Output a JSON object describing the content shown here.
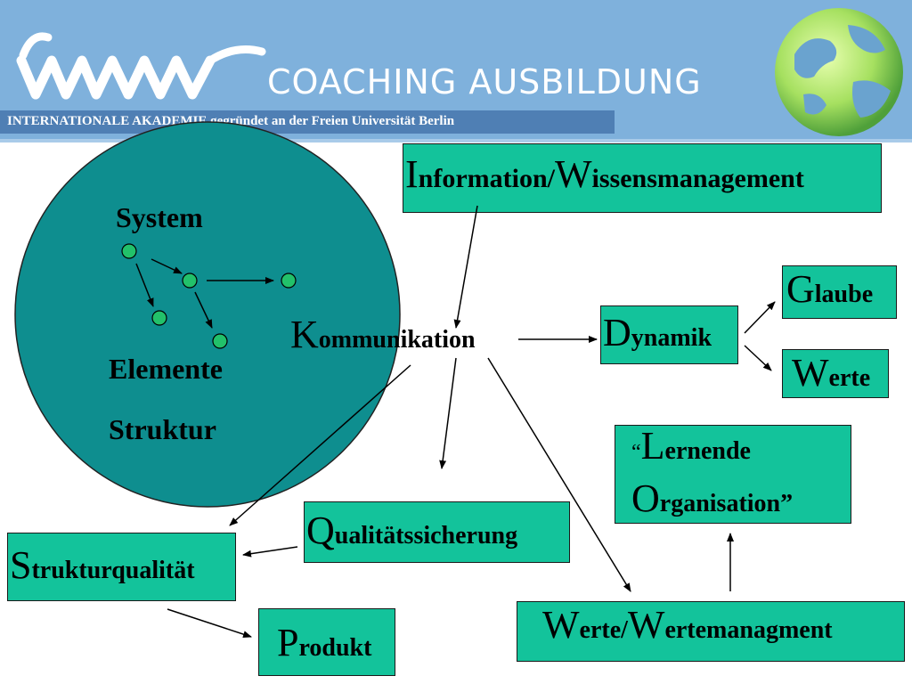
{
  "header": {
    "title": "COACHING  AUSBILDUNG",
    "subtitle": "INTERNATIONALE AKADEMIE gegründet an der Freien Universität Berlin",
    "logo": "iwvw-logo",
    "globe": "globe-icon"
  },
  "circle": {
    "system": "System",
    "elemente": "Elemente",
    "struktur": "Struktur"
  },
  "center": {
    "initial": "K",
    "rest": "ommunikation"
  },
  "boxes": {
    "information": {
      "i1": "I",
      "r1": "nformation/",
      "i2": "W",
      "r2": "issensmanagement"
    },
    "dynamik": {
      "initial": "D",
      "rest": "ynamik"
    },
    "glaube": {
      "initial": "G",
      "rest": "laube"
    },
    "werte": {
      "initial": "W",
      "rest": "erte"
    },
    "lernende": {
      "open_quote": "“",
      "i1": "L",
      "r1": "ernende",
      "i2": "O",
      "r2": "rganisation",
      "close_quote": "”"
    },
    "qualitaet": {
      "initial": "Q",
      "rest": "ualitätssicherung"
    },
    "strukturqualitaet": {
      "initial": "S",
      "rest": "trukturqualität"
    },
    "produkt": {
      "initial": "P",
      "rest": "rodukt"
    },
    "wertemanagment": {
      "i1": "W",
      "r1": "erte/",
      "i2": "W",
      "r2": "ertemanagment"
    }
  },
  "colors": {
    "header": "#7fb1dc",
    "box": "#13c39b",
    "circle": "#0e8e8f",
    "node": "#22c16a"
  }
}
